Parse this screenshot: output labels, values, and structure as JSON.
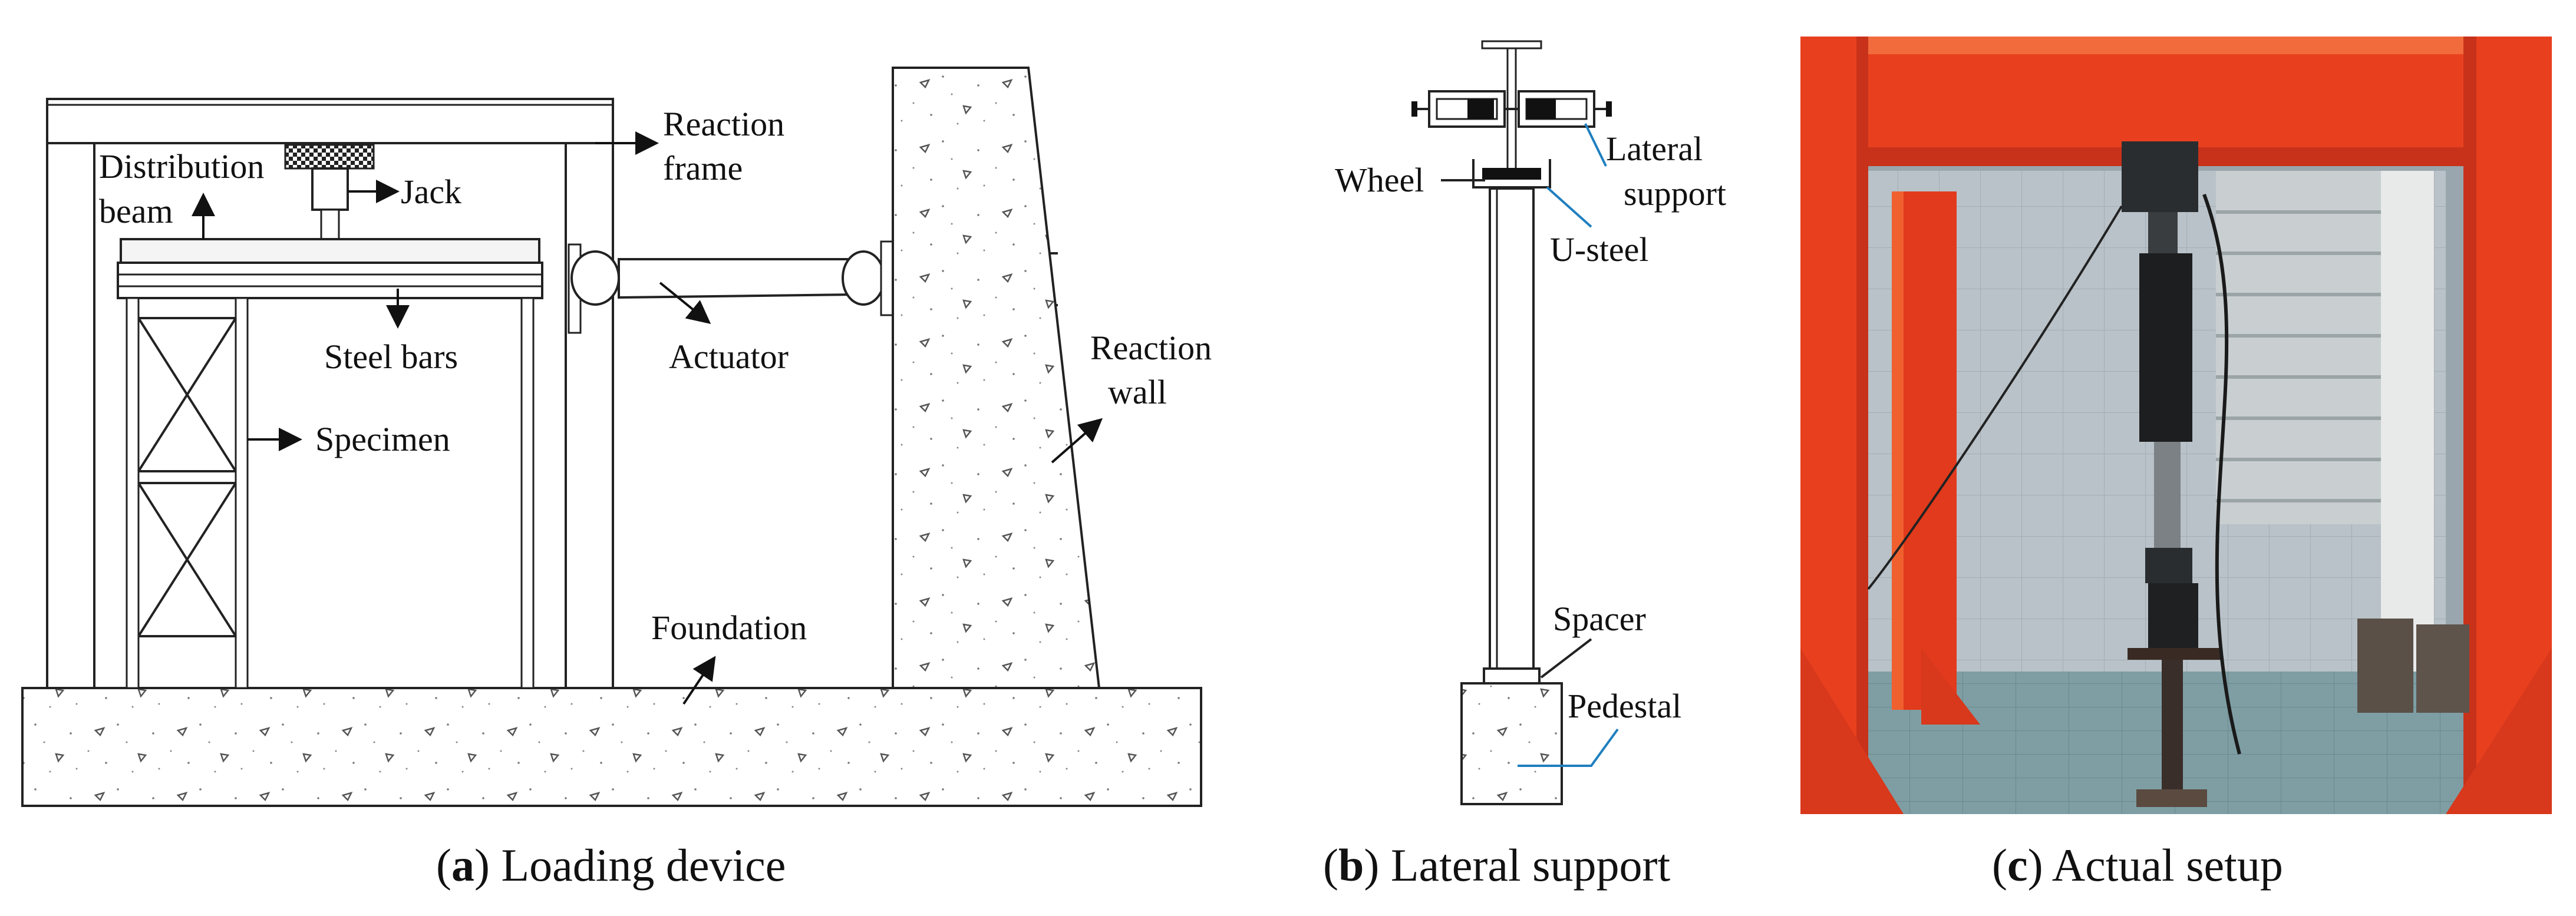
{
  "panel_a": {
    "labels": {
      "reaction_frame_1": "Reaction",
      "reaction_frame_2": "frame",
      "distribution_beam_1": "Distribution",
      "distribution_beam_2": "beam",
      "jack": "Jack",
      "steel_bars": "Steel bars",
      "actuator": "Actuator",
      "reaction_wall_1": "Reaction",
      "reaction_wall_2": "wall",
      "specimen": "Specimen",
      "foundation": "Foundation"
    },
    "caption": {
      "open": "(",
      "letter": "a",
      "rest": ") Loading device"
    }
  },
  "panel_b": {
    "labels": {
      "lateral_support_1": "Lateral",
      "lateral_support_2": "support",
      "wheel": "Wheel",
      "u_steel": "U-steel",
      "spacer": "Spacer",
      "pedestal": "Pedestal"
    },
    "caption": {
      "open": "(",
      "letter": "b",
      "rest": ") Lateral support"
    }
  },
  "panel_c": {
    "caption": {
      "open": "(",
      "letter": "c",
      "rest": ") Actual setup"
    }
  },
  "colors": {
    "frame_red": "#e8401f",
    "wall_grey": "#b9c2c8",
    "floor_teal": "#7e9ea4",
    "leader_blue": "#1f7fbf"
  }
}
